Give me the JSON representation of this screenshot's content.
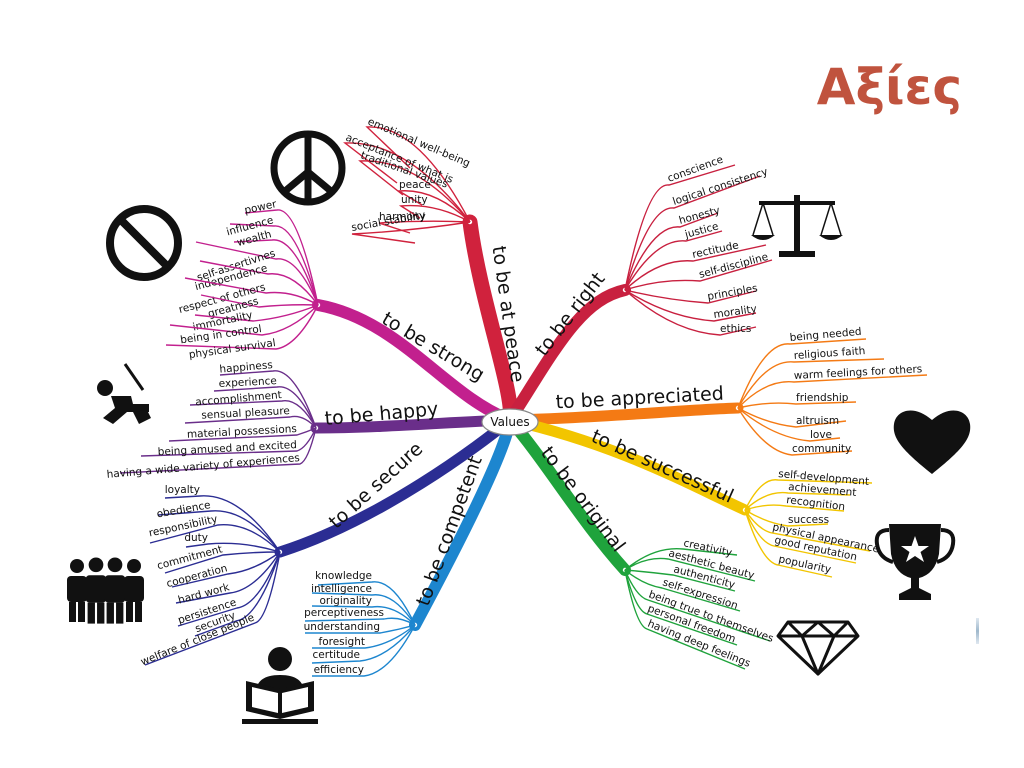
{
  "slide": {
    "title": "Αξίες"
  },
  "center": {
    "label": "Values"
  },
  "branches": [
    {
      "id": "peace",
      "label": "to be at peace",
      "color": "#d0223d",
      "icon": "peace-icon",
      "items": [
        "emotional well-being",
        "acceptance of what is",
        "traditional values",
        "peace",
        "unity",
        "harmony",
        "social stability"
      ]
    },
    {
      "id": "right",
      "label": "to be right",
      "color": "#c8203f",
      "icon": "scales-icon",
      "items": [
        "conscience",
        "logical consistency",
        "honesty",
        "justice",
        "rectitude",
        "self-discipline",
        "principles",
        "morality",
        "ethics"
      ]
    },
    {
      "id": "appreciated",
      "label": "to be appreciated",
      "color": "#f47a14",
      "icon": "heart-icon",
      "items": [
        "being needed",
        "religious faith",
        "warm feelings for others",
        "friendship",
        "altruism",
        "love",
        "community"
      ]
    },
    {
      "id": "successful",
      "label": "to be successful",
      "color": "#f2c500",
      "icon": "trophy-icon",
      "items": [
        "self-development",
        "achievement",
        "recognition",
        "success",
        "physical appearance",
        "good reputation",
        "popularity"
      ]
    },
    {
      "id": "original",
      "label": "to be original",
      "color": "#1fa33c",
      "icon": "diamond-icon",
      "items": [
        "creativity",
        "aesthetic beauty",
        "authenticity",
        "self-expression",
        "being true to themselves",
        "personal freedom",
        "having deep feelings"
      ]
    },
    {
      "id": "competent",
      "label": "to be competent",
      "color": "#1d86cf",
      "icon": "reader-icon",
      "items": [
        "knowledge",
        "intelligence",
        "originality",
        "perceptiveness",
        "understanding",
        "foresight",
        "certitude",
        "efficiency"
      ]
    },
    {
      "id": "secure",
      "label": "to be secure",
      "color": "#2b2d93",
      "icon": "people-icon",
      "items": [
        "loyalty",
        "obedience",
        "responsibility",
        "duty",
        "commitment",
        "cooperation",
        "hard work",
        "persistence",
        "security",
        "welfare of close people"
      ]
    },
    {
      "id": "happy",
      "label": "to be happy",
      "color": "#6a2e8a",
      "icon": "swing-icon",
      "items": [
        "happiness",
        "experience",
        "accomplishment",
        "sensual pleasure",
        "material possessions",
        "being amused and excited",
        "having a wide variety of experiences"
      ]
    },
    {
      "id": "strong",
      "label": "to be strong",
      "color": "#c2208e",
      "icon": "prohibited-icon",
      "items": [
        "power",
        "influence",
        "wealth",
        "self-assertivnes",
        "independence",
        "respect of others",
        "greatness",
        "immortality",
        "being in control",
        "physical survival"
      ]
    }
  ],
  "icon_color": "#111111"
}
